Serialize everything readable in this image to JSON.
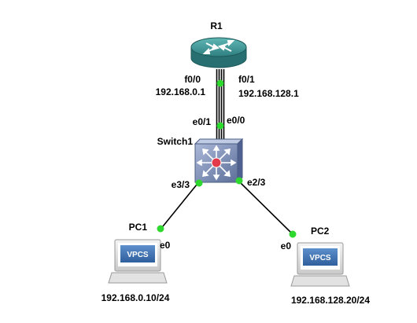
{
  "devices": {
    "router": {
      "name": "R1"
    },
    "switch": {
      "name": "Switch1"
    },
    "pc1": {
      "name": "PC1",
      "ip": "192.168.0.10/24",
      "screen_text": "VPCS"
    },
    "pc2": {
      "name": "PC2",
      "ip": "192.168.128.20/24",
      "screen_text": "VPCS"
    }
  },
  "interfaces": {
    "r1_f00": {
      "name": "f0/0",
      "ip": "192.168.0.1"
    },
    "r1_f01": {
      "name": "f0/1",
      "ip": "192.168.128.1"
    },
    "sw_e01": {
      "name": "e0/1"
    },
    "sw_e00": {
      "name": "e0/0"
    },
    "sw_e33": {
      "name": "e3/3"
    },
    "sw_e23": {
      "name": "e2/3"
    },
    "pc1_e0": {
      "name": "e0"
    },
    "pc2_e0": {
      "name": "e0"
    }
  },
  "colors": {
    "port": "#2fd82f",
    "router_body": "#3a8f8f",
    "switch_body": "#7f93bd",
    "vpcs_screen": "#3c6ea8"
  }
}
